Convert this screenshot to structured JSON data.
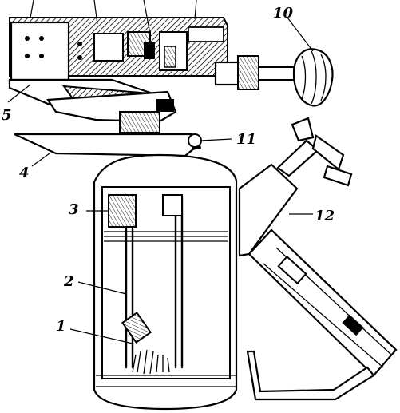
{
  "diagram": {
    "labels": {
      "n1": "1",
      "n2": "2",
      "n3": "3",
      "n4": "4",
      "n5": "5",
      "n10": "10",
      "n11": "11",
      "n12": "12"
    }
  }
}
